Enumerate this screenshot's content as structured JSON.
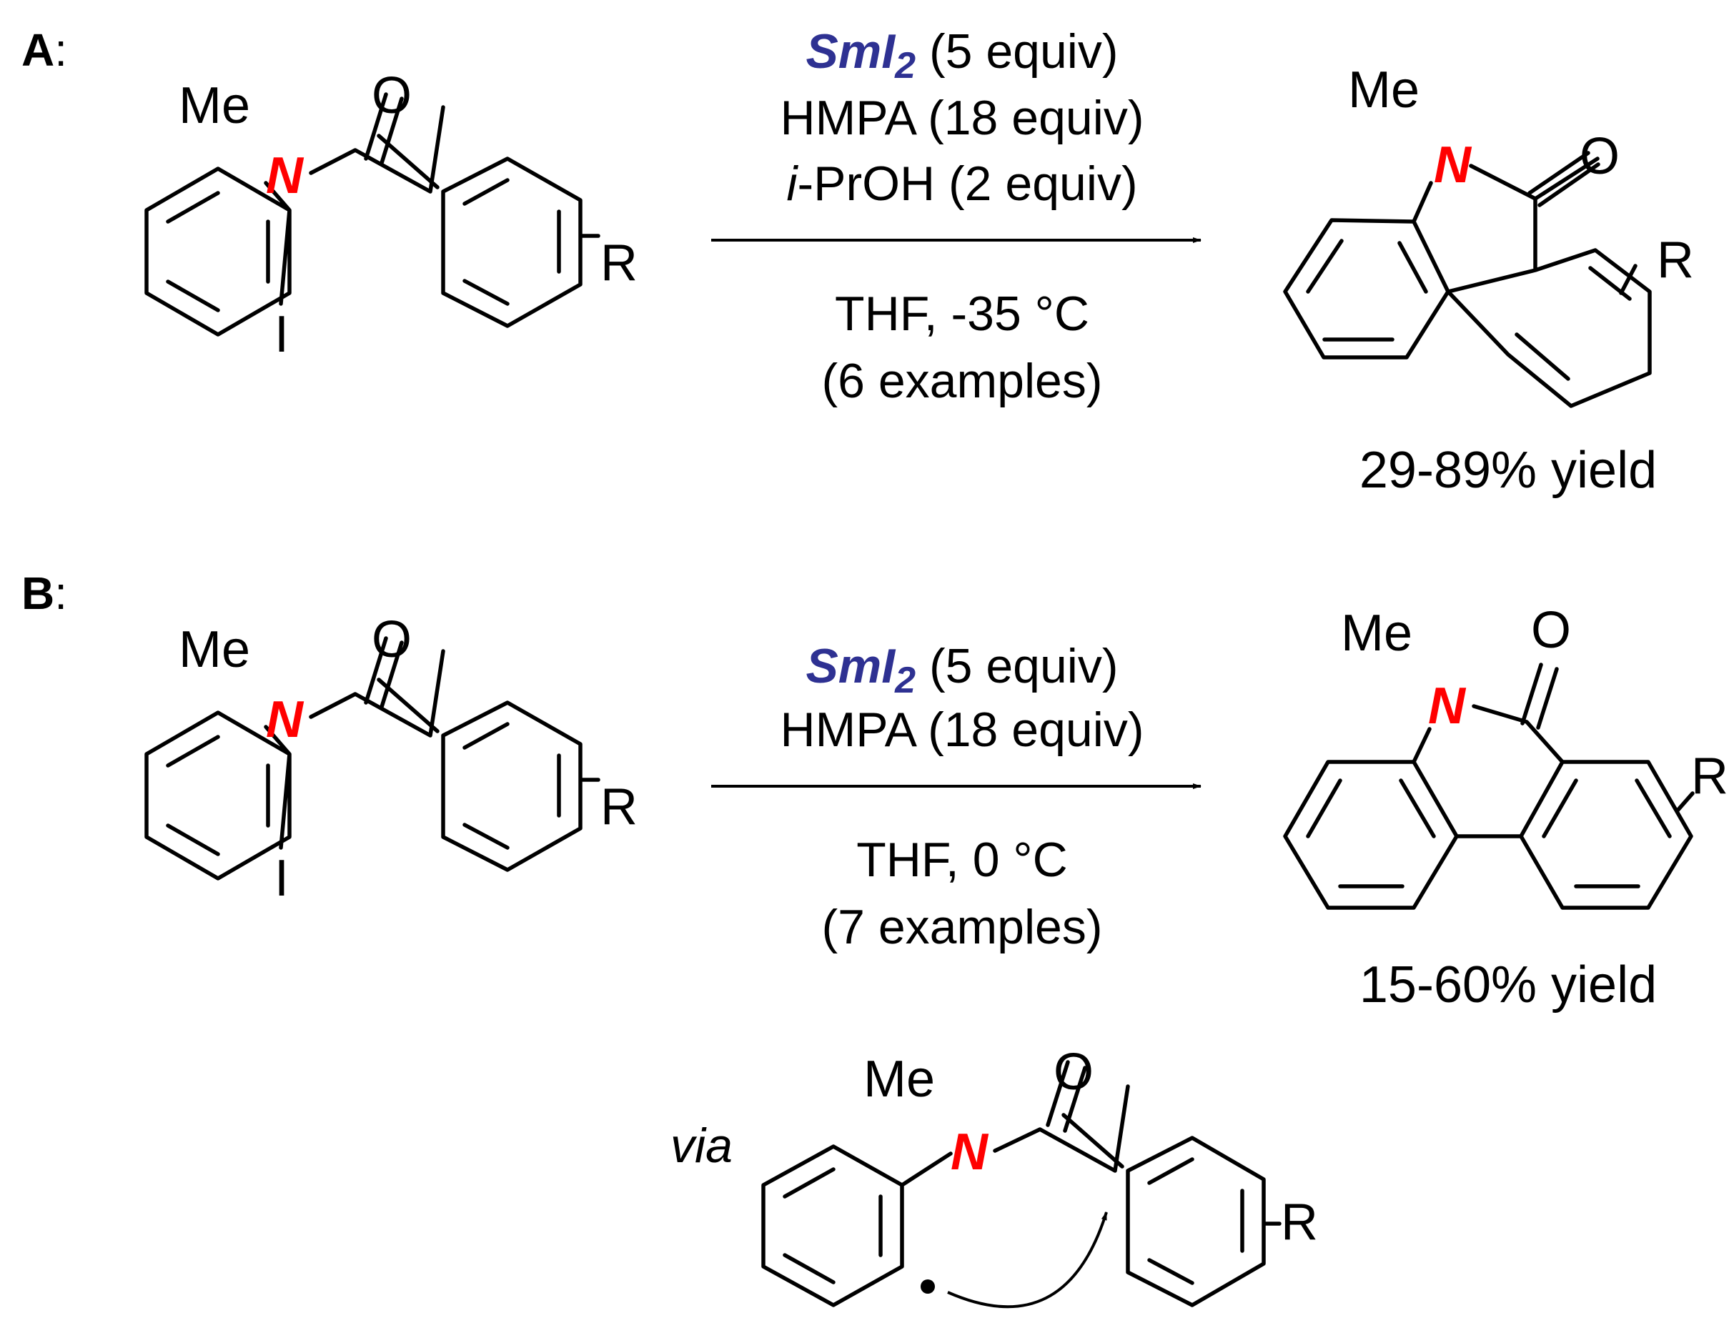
{
  "colors": {
    "nitrogen": "#ff0000",
    "reagent": "#2e3192",
    "ink": "#000000"
  },
  "atoms": {
    "methyl": "Me",
    "nitrogen": "N",
    "oxygen": "O",
    "iodine": "I",
    "substituent": "R"
  },
  "panel_a": {
    "label": "A",
    "colon": ":",
    "reagent": "SmI",
    "reagent_subscript": "2",
    "reagent_amount": " (5 equiv)",
    "line2": "HMPA (18 equiv)",
    "line3_italic": "i",
    "line3_rest": "-PrOH (2 equiv)",
    "line4": "THF, -35 °C",
    "line5": "(6 examples)",
    "yield": "29-89% yield"
  },
  "panel_b": {
    "label": "B",
    "colon": ":",
    "reagent": "SmI",
    "reagent_subscript": "2",
    "reagent_amount": " (5 equiv)",
    "line2": "HMPA (18 equiv)",
    "line4": "THF, 0 °C",
    "line5": "(7 examples)",
    "yield": "15-60% yield"
  },
  "intermediate": {
    "via": "via"
  }
}
